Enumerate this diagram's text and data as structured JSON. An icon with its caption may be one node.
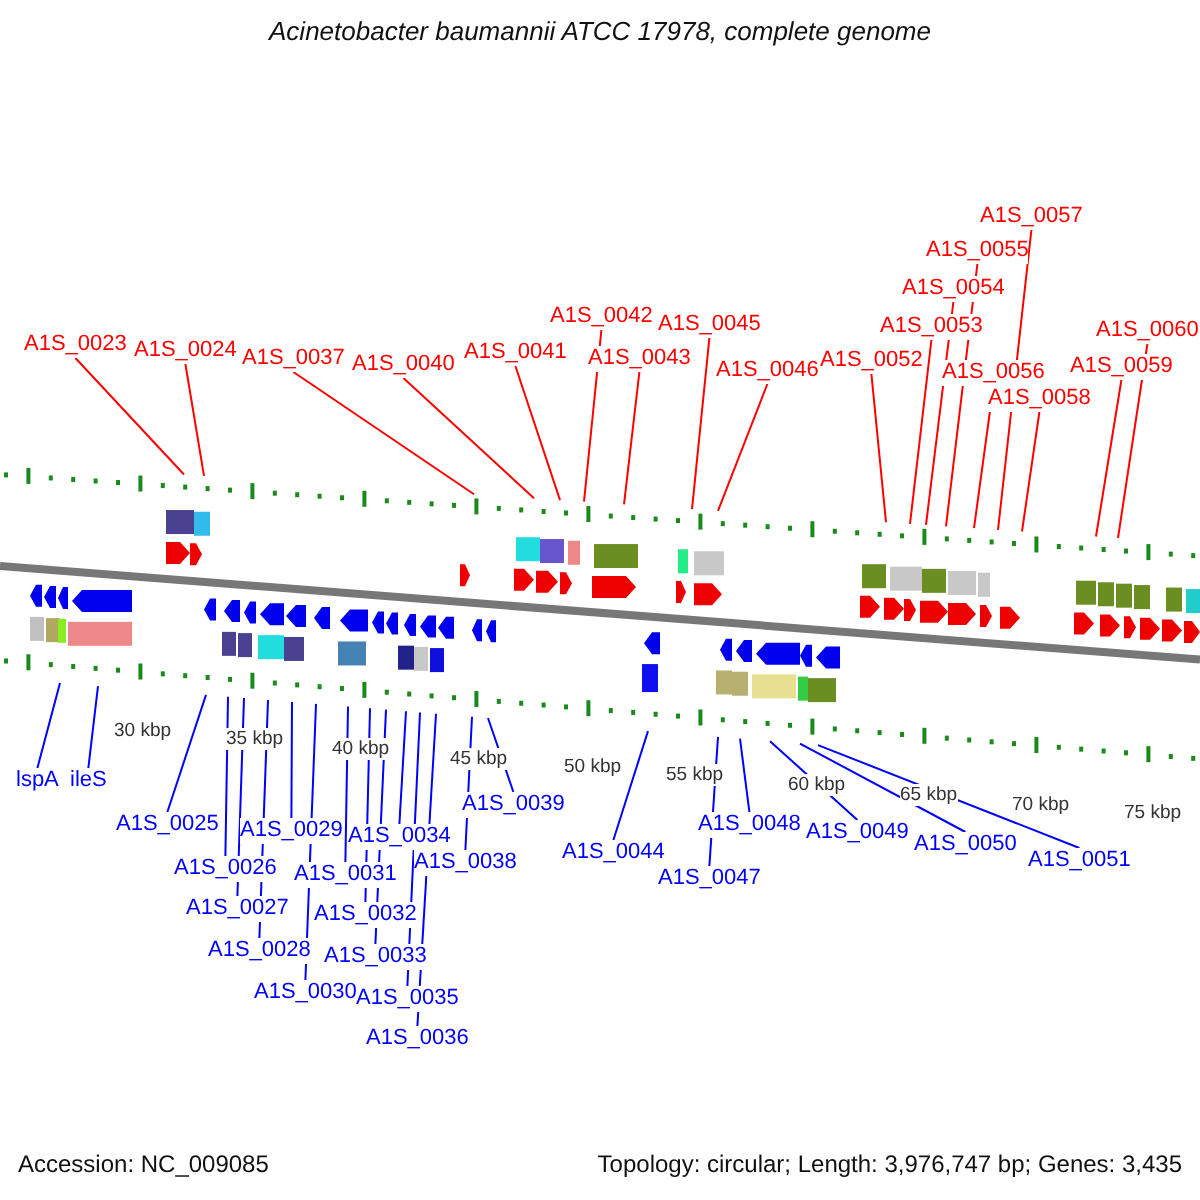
{
  "diagram": {
    "title": "Acinetobacter baumannii ATCC 17978, complete genome",
    "nodes": [
      {
        "text": [
          "A1S_0023"
        ]
      },
      {
        "text": [
          "A1S_0024"
        ]
      },
      {
        "text": [
          "A1S_0037"
        ]
      },
      {
        "text": [
          "A1S_0040"
        ]
      },
      {
        "text": [
          "A1S_0041"
        ]
      },
      {
        "text": [
          "A1S_0042"
        ]
      },
      {
        "text": [
          "A1S_0043"
        ]
      },
      {
        "text": [
          "A1S_0045"
        ]
      },
      {
        "text": [
          "A1S_0046"
        ]
      },
      {
        "text": [
          "A1S_0052"
        ]
      },
      {
        "text": [
          "A1S_0053"
        ]
      },
      {
        "text": [
          "A1S_0054"
        ]
      },
      {
        "text": [
          "A1S_0055"
        ]
      },
      {
        "text": [
          "A1S_0056"
        ]
      },
      {
        "text": [
          "A1S_0057"
        ]
      },
      {
        "text": [
          "A1S_0058"
        ]
      },
      {
        "text": [
          "A1S_0059"
        ]
      },
      {
        "text": [
          "A1S_0060"
        ]
      },
      {
        "text": [
          "lspA"
        ]
      },
      {
        "text": [
          "ileS"
        ]
      },
      {
        "text": [
          "A1S_0025"
        ]
      },
      {
        "text": [
          "A1S_0026"
        ]
      },
      {
        "text": [
          "A1S_0027"
        ]
      },
      {
        "text": [
          "A1S_0028"
        ]
      },
      {
        "text": [
          "A1S_0029"
        ]
      },
      {
        "text": [
          "A1S_0030"
        ]
      },
      {
        "text": [
          "A1S_0031"
        ]
      },
      {
        "text": [
          "A1S_0032"
        ]
      },
      {
        "text": [
          "A1S_0033"
        ]
      },
      {
        "text": [
          "A1S_0034"
        ]
      },
      {
        "text": [
          "A1S_0035"
        ]
      },
      {
        "text": [
          "A1S_0036"
        ]
      },
      {
        "text": [
          "A1S_0038"
        ]
      },
      {
        "text": [
          "A1S_0039"
        ]
      },
      {
        "text": [
          "A1S_0044"
        ]
      },
      {
        "text": [
          "A1S_0047"
        ]
      },
      {
        "text": [
          "A1S_0048"
        ]
      },
      {
        "text": [
          "A1S_0049"
        ]
      },
      {
        "text": [
          "A1S_0050"
        ]
      },
      {
        "text": [
          "A1S_0051"
        ]
      }
    ],
    "edges": [
      {
        "from": 0,
        "to": null,
        "arrow": "none",
        "color": "#ff0000"
      },
      {
        "from": 1,
        "to": null,
        "arrow": "none",
        "color": "#ff0000"
      },
      {
        "from": 2,
        "to": null,
        "arrow": "none",
        "color": "#ff0000"
      },
      {
        "from": 3,
        "to": null,
        "arrow": "none",
        "color": "#ff0000"
      },
      {
        "from": 4,
        "to": null,
        "arrow": "none",
        "color": "#ff0000"
      },
      {
        "from": 5,
        "to": null,
        "arrow": "none",
        "color": "#ff0000"
      },
      {
        "from": 6,
        "to": null,
        "arrow": "none",
        "color": "#ff0000"
      },
      {
        "from": 7,
        "to": null,
        "arrow": "none",
        "color": "#ff0000"
      },
      {
        "from": 8,
        "to": null,
        "arrow": "none",
        "color": "#ff0000"
      },
      {
        "from": 9,
        "to": null,
        "arrow": "none",
        "color": "#ff0000"
      },
      {
        "from": 10,
        "to": null,
        "arrow": "none",
        "color": "#ff0000"
      },
      {
        "from": 11,
        "to": null,
        "arrow": "none",
        "color": "#ff0000"
      },
      {
        "from": 12,
        "to": null,
        "arrow": "none",
        "color": "#ff0000"
      },
      {
        "from": 13,
        "to": null,
        "arrow": "none",
        "color": "#ff0000"
      },
      {
        "from": 14,
        "to": null,
        "arrow": "none",
        "color": "#ff0000"
      },
      {
        "from": 15,
        "to": null,
        "arrow": "none",
        "color": "#ff0000"
      },
      {
        "from": 16,
        "to": null,
        "arrow": "none",
        "color": "#ff0000"
      },
      {
        "from": 17,
        "to": null,
        "arrow": "none",
        "color": "#ff0000"
      },
      {
        "from": 18,
        "to": null,
        "arrow": "none"
      },
      {
        "from": 19,
        "to": null,
        "arrow": "none"
      },
      {
        "from": 20,
        "to": null,
        "arrow": "none"
      },
      {
        "from": 21,
        "to": null,
        "arrow": "none"
      },
      {
        "from": 22,
        "to": null,
        "arrow": "none"
      },
      {
        "from": 23,
        "to": null,
        "arrow": "none"
      },
      {
        "from": 24,
        "to": null,
        "arrow": "none"
      },
      {
        "from": 25,
        "to": null,
        "arrow": "none"
      },
      {
        "from": 26,
        "to": null,
        "arrow": "none"
      },
      {
        "from": 27,
        "to": null,
        "arrow": "none"
      },
      {
        "from": 28,
        "to": null,
        "arrow": "none"
      },
      {
        "from": 29,
        "to": null,
        "arrow": "none"
      },
      {
        "from": 30,
        "to": null,
        "arrow": "none"
      },
      {
        "from": 31,
        "to": null,
        "arrow": "none"
      },
      {
        "from": 32,
        "to": null,
        "arrow": "none"
      },
      {
        "from": 33,
        "to": null,
        "arrow": "none"
      },
      {
        "from": 34,
        "to": null,
        "arrow": "none"
      },
      {
        "from": 35,
        "to": null,
        "arrow": "none"
      },
      {
        "from": 36,
        "to": null,
        "arrow": "none"
      },
      {
        "from": 37,
        "to": null,
        "arrow": "none"
      },
      {
        "from": 38,
        "to": null,
        "arrow": "none"
      },
      {
        "from": 39,
        "to": null,
        "arrow": "none"
      }
    ],
    "labels": [
      "30 kbp",
      "35 kbp",
      "40 kbp",
      "45 kbp",
      "50 kbp",
      "55 kbp",
      "60 kbp",
      "65 kbp",
      "70 kbp",
      "75 kbp",
      "Accession: NC_009085",
      "Topology: circular; Length: 3,976,747 bp; Genes: 3,435"
    ]
  }
}
